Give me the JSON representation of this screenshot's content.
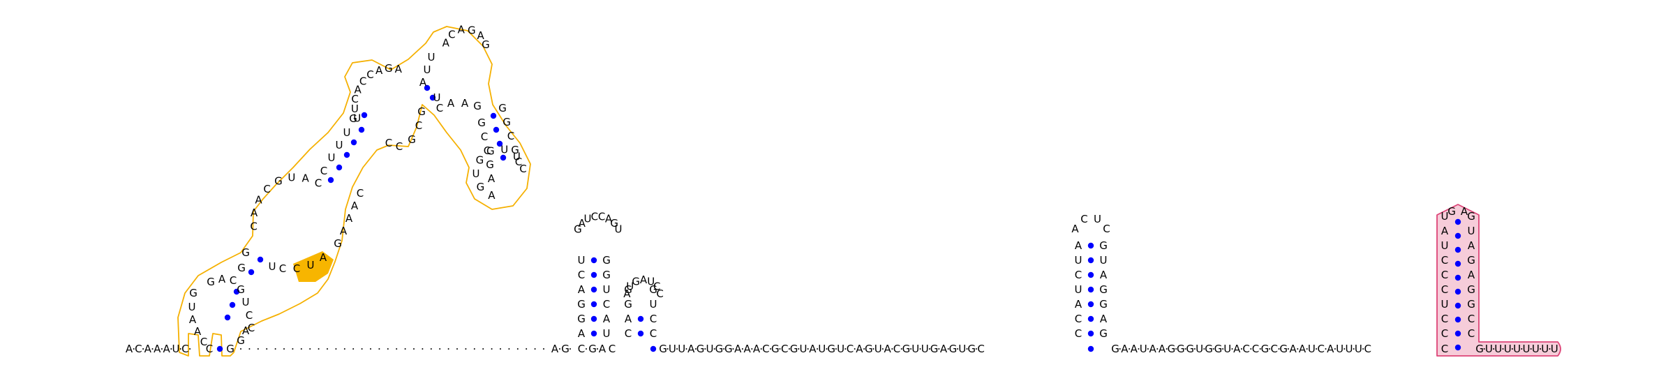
{
  "colors": {
    "nucleotide": "#000000",
    "backbone": "#000000",
    "base_pair": "#0000ff",
    "highlight_orange": "#f5b000",
    "highlight_orange_fill": "#f7b500",
    "highlight_pink": "#dd4477",
    "highlight_pink_fill": "#f6ccd9"
  },
  "structure": {
    "leader": "ACAAAUC",
    "orange_domain": {
      "description_free_strand_5p": "G",
      "strand_3p": "G"
    },
    "linker_dots_count": 36,
    "hairpin_1": {
      "stem_5p": "AGGACU",
      "stem_3p": "UACUGG",
      "loop": "GAUCCAGU"
    },
    "hairpin_2": {
      "stem_5p": "CAGG",
      "stem_3p": "CCUG",
      "loop": "AUGAUCC"
    },
    "spacer_1": "GUUAGUGGAAACGCGUAUGUCAGUACGUUGAGUGC",
    "hairpin_3": {
      "stem_5p": "CCAUCUA",
      "stem_3p": "GAGGAUG",
      "loop": "ACUC"
    },
    "spacer_2": "GAAUAAGGGUGGUACCGCGAAUCAUUUC",
    "pink_hairpin": {
      "stem_5p": "CCUCCCUAU",
      "stem_3p": "CCGGAGAUG",
      "loop": "GA"
    },
    "tail": "GUUUUUUUU"
  }
}
